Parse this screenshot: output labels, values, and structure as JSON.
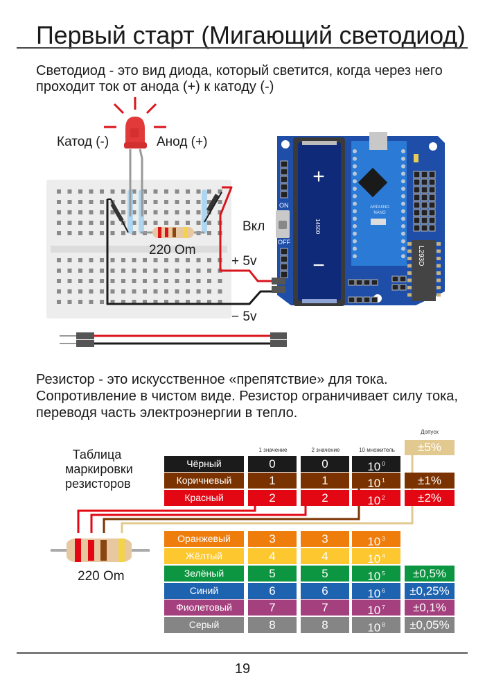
{
  "page": {
    "title": "Первый старт (Мигающий светодиод)",
    "intro": "Светодиод - это вид диода, который светится, когда через него проходит ток от анода (+) к катоду (-)",
    "resistor_text": "Резистор - это искусственное «препятствие» для тока. Сопротивление в чистом виде. Резистор ограничивает силу тока, переводя часть электроэнергии в тепло.",
    "page_number": "19"
  },
  "diagram": {
    "cathode_label": "Катод (-)",
    "anode_label": "Анод (+)",
    "resistor_label": "220 Om",
    "switch_label": "Вкл",
    "plus_label": "+ 5v",
    "minus_label": "− 5v",
    "switch_on": "ON",
    "switch_off": "OFF",
    "battery_plus": "+",
    "battery_minus": "−",
    "battery_model": "14500",
    "board_label_1": "ARDUINO",
    "board_label_2": "NANO",
    "chip_label": "L293D",
    "colors": {
      "wire_red": "#d9141b",
      "wire_black": "#1a1a1a",
      "board_blue": "#1f4ea8",
      "nano_blue": "#2a7ad6",
      "battery_blue": "#0f2a78"
    }
  },
  "color_table": {
    "caption": "Таблица маркировки резисторов",
    "resistor_label": "220 Om",
    "headers": {
      "first": "1 значение",
      "second": "2 значение",
      "multiplier": "10 множитель",
      "tolerance": "Допуск"
    },
    "gold": {
      "tolerance": "±5%",
      "color": "#e2c98f"
    },
    "rows": [
      {
        "name": "Чёрный",
        "v1": "0",
        "v2": "0",
        "mult_base": "10",
        "mult_exp": "0",
        "tolerance": "",
        "color": "#1b1b1b"
      },
      {
        "name": "Коричневый",
        "v1": "1",
        "v2": "1",
        "mult_base": "10",
        "mult_exp": "1",
        "tolerance": "±1%",
        "color": "#7a3300"
      },
      {
        "name": "Красный",
        "v1": "2",
        "v2": "2",
        "mult_base": "10",
        "mult_exp": "2",
        "tolerance": "±2%",
        "color": "#e30613"
      },
      {
        "name": "Оранжевый",
        "v1": "3",
        "v2": "3",
        "mult_base": "10",
        "mult_exp": "3",
        "tolerance": "",
        "color": "#ef7d0c"
      },
      {
        "name": "Жёлтый",
        "v1": "4",
        "v2": "4",
        "mult_base": "10",
        "mult_exp": "4",
        "tolerance": "",
        "color": "#fdc82f"
      },
      {
        "name": "Зелёный",
        "v1": "5",
        "v2": "5",
        "mult_base": "10",
        "mult_exp": "5",
        "tolerance": "±0,5%",
        "color": "#0d9641"
      },
      {
        "name": "Синий",
        "v1": "6",
        "v2": "6",
        "mult_base": "10",
        "mult_exp": "6",
        "tolerance": "±0,25%",
        "color": "#1e63b0"
      },
      {
        "name": "Фиолетовый",
        "v1": "7",
        "v2": "7",
        "mult_base": "10",
        "mult_exp": "7",
        "tolerance": "±0,1%",
        "color": "#a5407f"
      },
      {
        "name": "Серый",
        "v1": "8",
        "v2": "8",
        "mult_base": "10",
        "mult_exp": "8",
        "tolerance": "±0,05%",
        "color": "#858585"
      }
    ]
  }
}
